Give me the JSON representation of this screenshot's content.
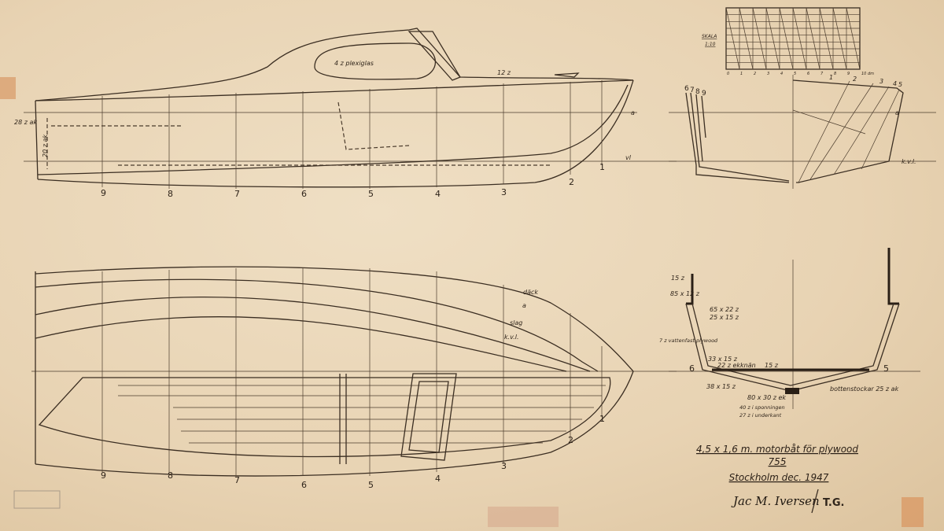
{
  "drawing": {
    "title": "4,5 x 1,6 m. motorbåt för plywood",
    "number": "755",
    "place_date": "Stockholm dec. 1947",
    "signature": "Jac M. Iversen",
    "initials": "T.G."
  },
  "scale": {
    "label": "SKALA",
    "ratio": "1:10",
    "ticks": [
      "0",
      "1",
      "2",
      "3",
      "4",
      "5",
      "6",
      "7",
      "8",
      "9"
    ],
    "unit": "10 dm"
  },
  "profile": {
    "plexiglas": "4 z plexiglas",
    "deck_thickness": "12 z",
    "transom": "28 z ak",
    "transom_inner": "20 z ak",
    "waterline_a": "a",
    "waterline_vl": "vl",
    "stations": [
      "9",
      "8",
      "7",
      "6",
      "5",
      "4",
      "3",
      "2",
      "1"
    ]
  },
  "plan": {
    "lines": [
      "däck",
      "a",
      "slag",
      "k.v.l."
    ],
    "stations": [
      "9",
      "8",
      "7",
      "6",
      "5",
      "4",
      "3",
      "2",
      "1"
    ]
  },
  "body_plan": {
    "left_stations": [
      "6",
      "7",
      "8",
      "9"
    ],
    "right_stations": [
      "1",
      "2",
      "3",
      "4",
      "5"
    ],
    "label_a": "a",
    "label_kvl": "k.v.l."
  },
  "section": {
    "labels": [
      "15 z",
      "85 x 12 z",
      "65 x 22 z",
      "25 x 15 z",
      "7 z vattenfast plywood",
      "33 x 15 z",
      "22 z ekknän",
      "15 z",
      "38 x 15 z",
      "80 x 30 z ek",
      "40 z i sponningen",
      "27 z i underkant",
      "bottenstockar 25 z ak"
    ],
    "station_left": "6",
    "station_right": "5"
  }
}
